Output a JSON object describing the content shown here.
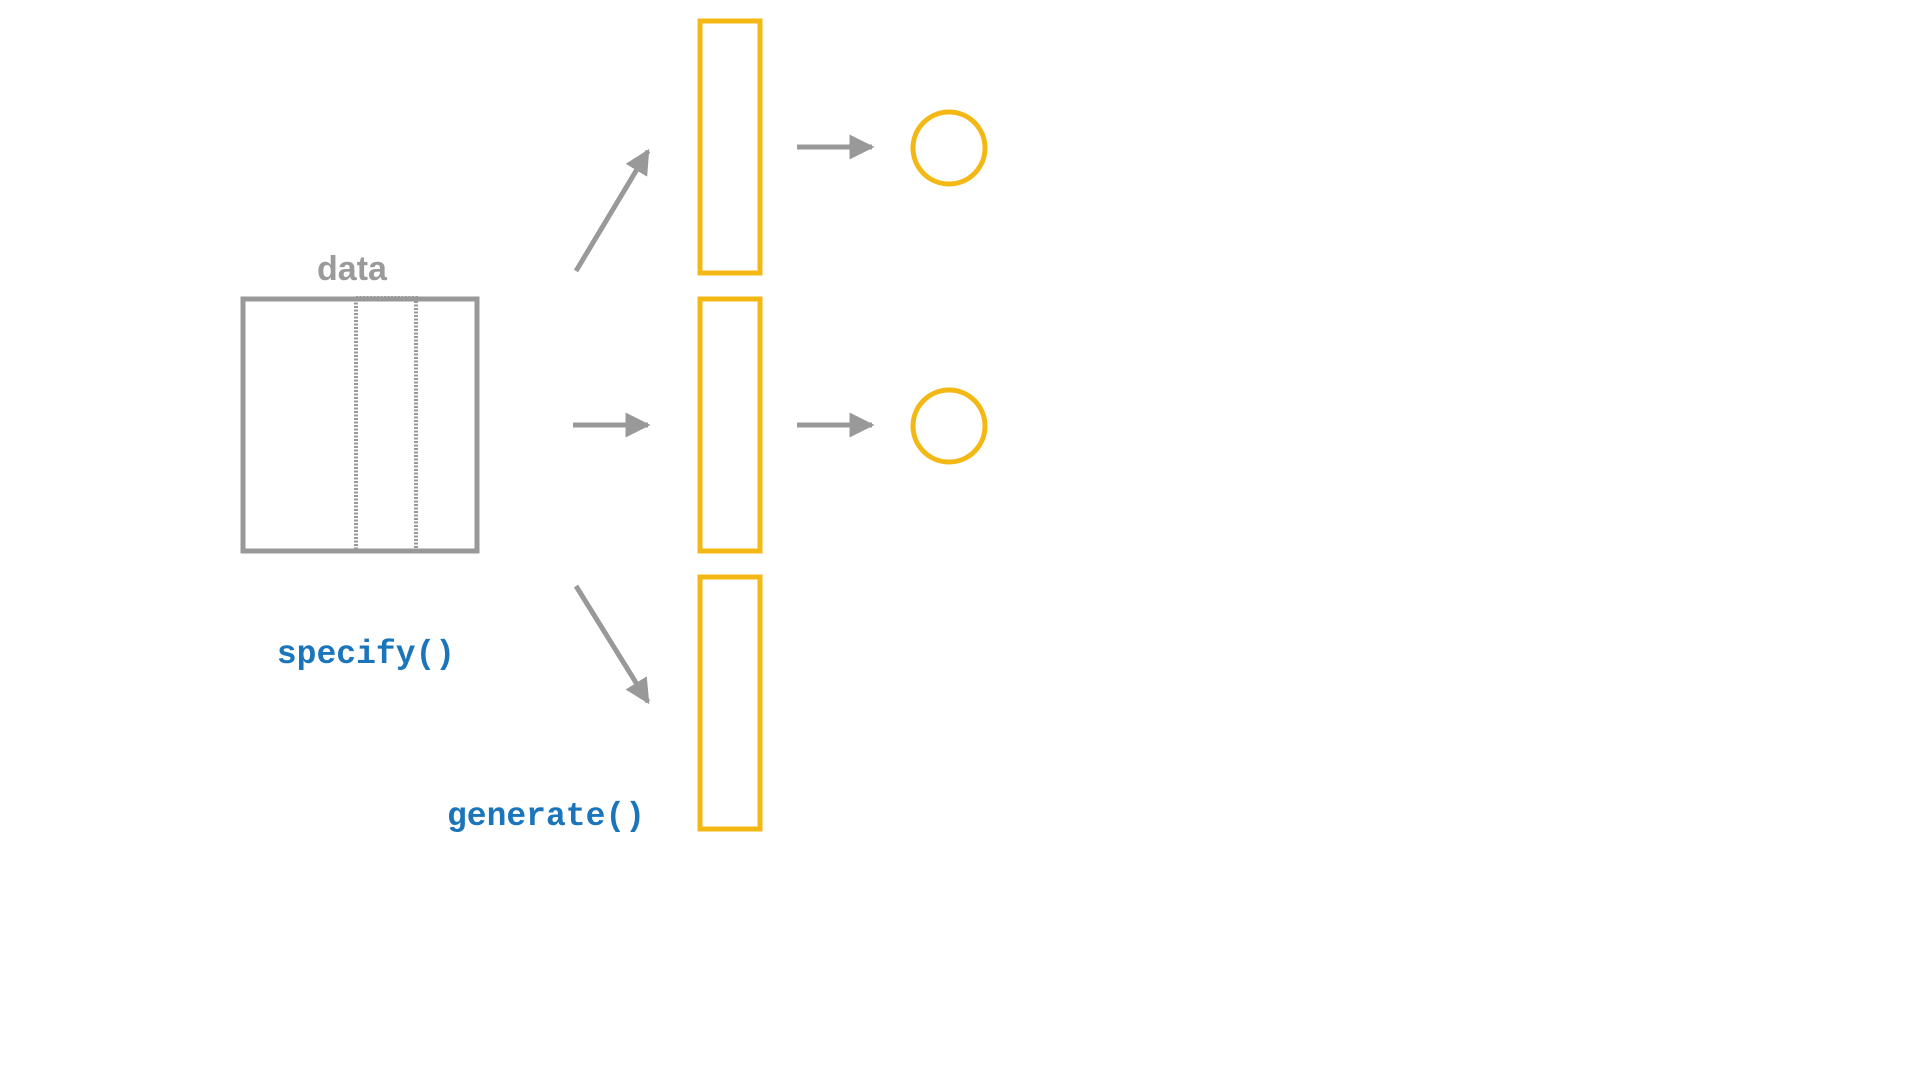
{
  "labels": {
    "data": "data",
    "specify": "specify()",
    "generate": "generate()"
  },
  "colors": {
    "gray": "#999999",
    "yellow": "#f4b814",
    "blue": "#1b75bb",
    "background": "#ffffff"
  },
  "diagram": {
    "source_table": "data",
    "generated_samples": 3,
    "summary_circles": 2
  }
}
